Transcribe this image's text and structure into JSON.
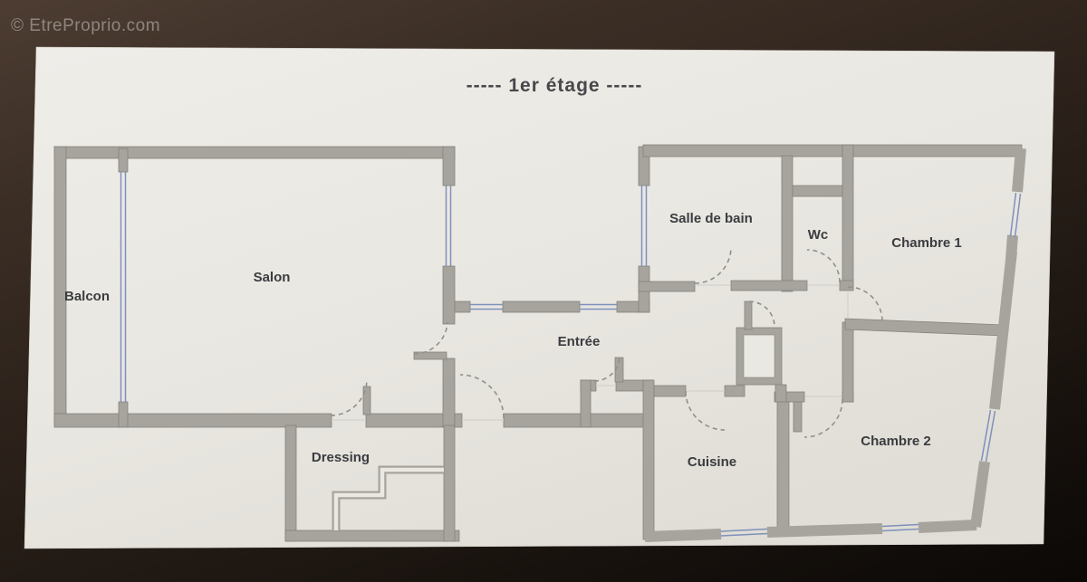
{
  "watermark": {
    "text": "© EtreProprio.com"
  },
  "plan": {
    "title": "-----  1er étage  -----",
    "rooms": {
      "balcon": "Balcon",
      "salon": "Salon",
      "entree": "Entrée",
      "dressing": "Dressing",
      "salle_de_bain": "Salle de bain",
      "wc": "Wc",
      "chambre1": "Chambre 1",
      "cuisine": "Cuisine",
      "chambre2": "Chambre 2"
    }
  },
  "colors": {
    "background-dark": "#33281f",
    "sheet": "#eae8e2",
    "wall": "#a6a49d",
    "wall-edge": "#85837c",
    "window-blue": "#7f90bd",
    "door-arc": "#90908a",
    "label-text": "#3a3c40",
    "title-text": "#48484c",
    "watermark-text": "#8e867d"
  }
}
